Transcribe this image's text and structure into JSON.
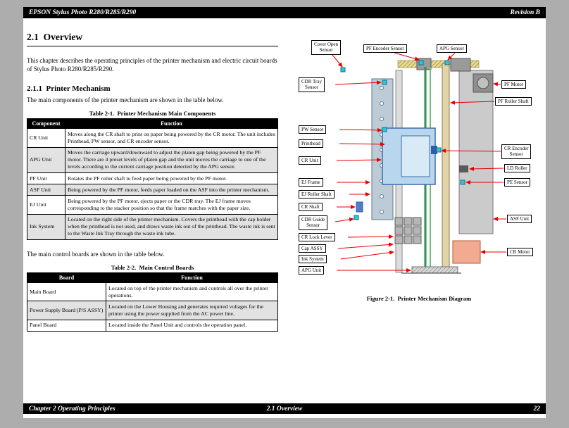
{
  "header": {
    "title": "EPSON Stylus Photo R280/R285/R290",
    "revision": "Revision B"
  },
  "overview": {
    "heading": "2.1  Overview",
    "intro": "This chapter describes the operating principles of the printer mechanism and electric circuit boards of Stylus Photo R280/R285/R290.",
    "mechanism_heading": "2.1.1  Printer Mechanism",
    "mechanism_intro": "The main components of the printer mechanism are shown in the table below.",
    "boards_intro": "The main control boards are shown in the table below."
  },
  "table1": {
    "caption": "Table 2-1.  Printer Mechanism Main Components",
    "headers": [
      "Component",
      "Function"
    ],
    "rows": [
      {
        "component": "CR Unit",
        "function": "Moves along the CR shaft to print on paper being powered by the CR motor. The unit includes Printhead, PW sensor, and CR encoder sensor."
      },
      {
        "component": "APG Unit",
        "function": "Moves the carriage upward/downward to adjust the platen gap being powered by the PF motor. There are 4 preset levels of platen gap and the unit moves the carriage to one of the levels according to the current carriage position detected by the APG sensor."
      },
      {
        "component": "PF Unit",
        "function": "Rotates the PF roller shaft to feed paper being powered by the PF motor."
      },
      {
        "component": "ASF Unit",
        "function": "Being powered by the PF motor, feeds paper loaded on the ASF into the printer mechanism."
      },
      {
        "component": "EJ Unit",
        "function": "Being powered by the PF motor, ejects paper or the CDR tray. The EJ frame moves corresponding to the stacker position so that the frame matches with the paper size."
      },
      {
        "component": "Ink System",
        "function": "Located on the right side of the printer mechanism. Covers the printhead with the cap holder when the printhead is not used, and draws waste ink out of the printhead. The waste ink is sent to the Waste Ink Tray through the waste ink tube."
      }
    ]
  },
  "table2": {
    "caption": "Table 2-2.  Main Control Boards",
    "headers": [
      "Board",
      "Function"
    ],
    "rows": [
      {
        "board": "Main Board",
        "function": "Located on top of the printer mechanism and controls all over the printer operations."
      },
      {
        "board": "Power Supply Board (P/S ASSY)",
        "function": "Located on the Lower Housing and generates required voltages for the printer using the power supplied from the AC power line."
      },
      {
        "board": "Panel Board",
        "function": "Located inside the Panel Unit and controls the operation panel."
      }
    ]
  },
  "figure": {
    "caption": "Figure 2-1.  Printer Mechanism Diagram",
    "labels": [
      {
        "text": "Cover Open\nSensor"
      },
      {
        "text": "PF Encoder Sensor"
      },
      {
        "text": "APG Sensor"
      },
      {
        "text": "CDR Tray\nSensor"
      },
      {
        "text": "PF Motor"
      },
      {
        "text": "PF Roller Shaft"
      },
      {
        "text": "PW Sensor"
      },
      {
        "text": "Printhead"
      },
      {
        "text": "CR Unit"
      },
      {
        "text": "CR Encoder\nSensor"
      },
      {
        "text": "LD Roller"
      },
      {
        "text": "PE Sensor"
      },
      {
        "text": "EJ Frame"
      },
      {
        "text": "EJ Roller Shaft"
      },
      {
        "text": "CR Shaft"
      },
      {
        "text": "CDR Guide\nSensor"
      },
      {
        "text": "CR Lock Lever"
      },
      {
        "text": "Cap ASSY"
      },
      {
        "text": "Ink System"
      },
      {
        "text": "APG Unit"
      },
      {
        "text": "ASF Unit"
      },
      {
        "text": "CR Motor"
      }
    ]
  },
  "footer": {
    "chapter": "Chapter 2 Operating Principles",
    "section": "2.1  Overview",
    "page": "22"
  },
  "colors": {
    "accent_red": "#e60000"
  }
}
